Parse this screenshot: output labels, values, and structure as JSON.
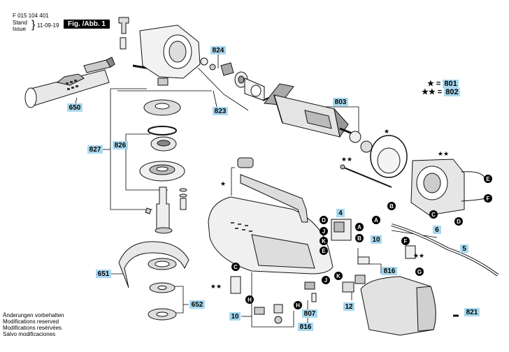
{
  "header": {
    "doc_number": "F 015 104 401",
    "stand_label": "Stand",
    "issue_label": "Issue",
    "date": "11-09-19",
    "figure_label": "Fig. /Abb. 1"
  },
  "legend": [
    {
      "stars": "★",
      "code": "801"
    },
    {
      "stars": "★★",
      "code": "802"
    }
  ],
  "notes": [
    "Änderungen vorbehalten",
    "Modifications reserved",
    "Modifications resérvées",
    "Salvo modificaciones"
  ],
  "part_numbers": [
    {
      "id": "824",
      "text": "824"
    },
    {
      "id": "650",
      "text": "650"
    },
    {
      "id": "823",
      "text": "823"
    },
    {
      "id": "803",
      "text": "803"
    },
    {
      "id": "827",
      "text": "827"
    },
    {
      "id": "826",
      "text": "826"
    },
    {
      "id": "4",
      "text": "4"
    },
    {
      "id": "6",
      "text": "6"
    },
    {
      "id": "5",
      "text": "5"
    },
    {
      "id": "10a",
      "text": "10"
    },
    {
      "id": "816a",
      "text": "816"
    },
    {
      "id": "651",
      "text": "651"
    },
    {
      "id": "652",
      "text": "652"
    },
    {
      "id": "807",
      "text": "807"
    },
    {
      "id": "12",
      "text": "12"
    },
    {
      "id": "10b",
      "text": "10"
    },
    {
      "id": "816b",
      "text": "816"
    },
    {
      "id": "821",
      "text": "821"
    }
  ],
  "callouts": [
    {
      "id": "E1",
      "text": "E"
    },
    {
      "id": "F1",
      "text": "F"
    },
    {
      "id": "C1",
      "text": "C"
    },
    {
      "id": "D1",
      "text": "D"
    },
    {
      "id": "B1",
      "text": "B"
    },
    {
      "id": "A1",
      "text": "A"
    },
    {
      "id": "D2",
      "text": "D"
    },
    {
      "id": "A2",
      "text": "A"
    },
    {
      "id": "J1",
      "text": "J"
    },
    {
      "id": "B2",
      "text": "B"
    },
    {
      "id": "K1",
      "text": "K"
    },
    {
      "id": "E2",
      "text": "E"
    },
    {
      "id": "F2",
      "text": "F"
    },
    {
      "id": "G1",
      "text": "G"
    },
    {
      "id": "C2",
      "text": "C"
    },
    {
      "id": "H1",
      "text": "H"
    },
    {
      "id": "H2",
      "text": "H"
    },
    {
      "id": "J2",
      "text": "J"
    },
    {
      "id": "K2",
      "text": "K"
    }
  ],
  "star_marks": [
    {
      "id": "s1",
      "text": "★"
    },
    {
      "id": "s2",
      "text": "★★"
    },
    {
      "id": "s3",
      "text": "★★"
    },
    {
      "id": "s4",
      "text": "★"
    },
    {
      "id": "s5",
      "text": "★★"
    },
    {
      "id": "s6",
      "text": "★★"
    }
  ]
}
